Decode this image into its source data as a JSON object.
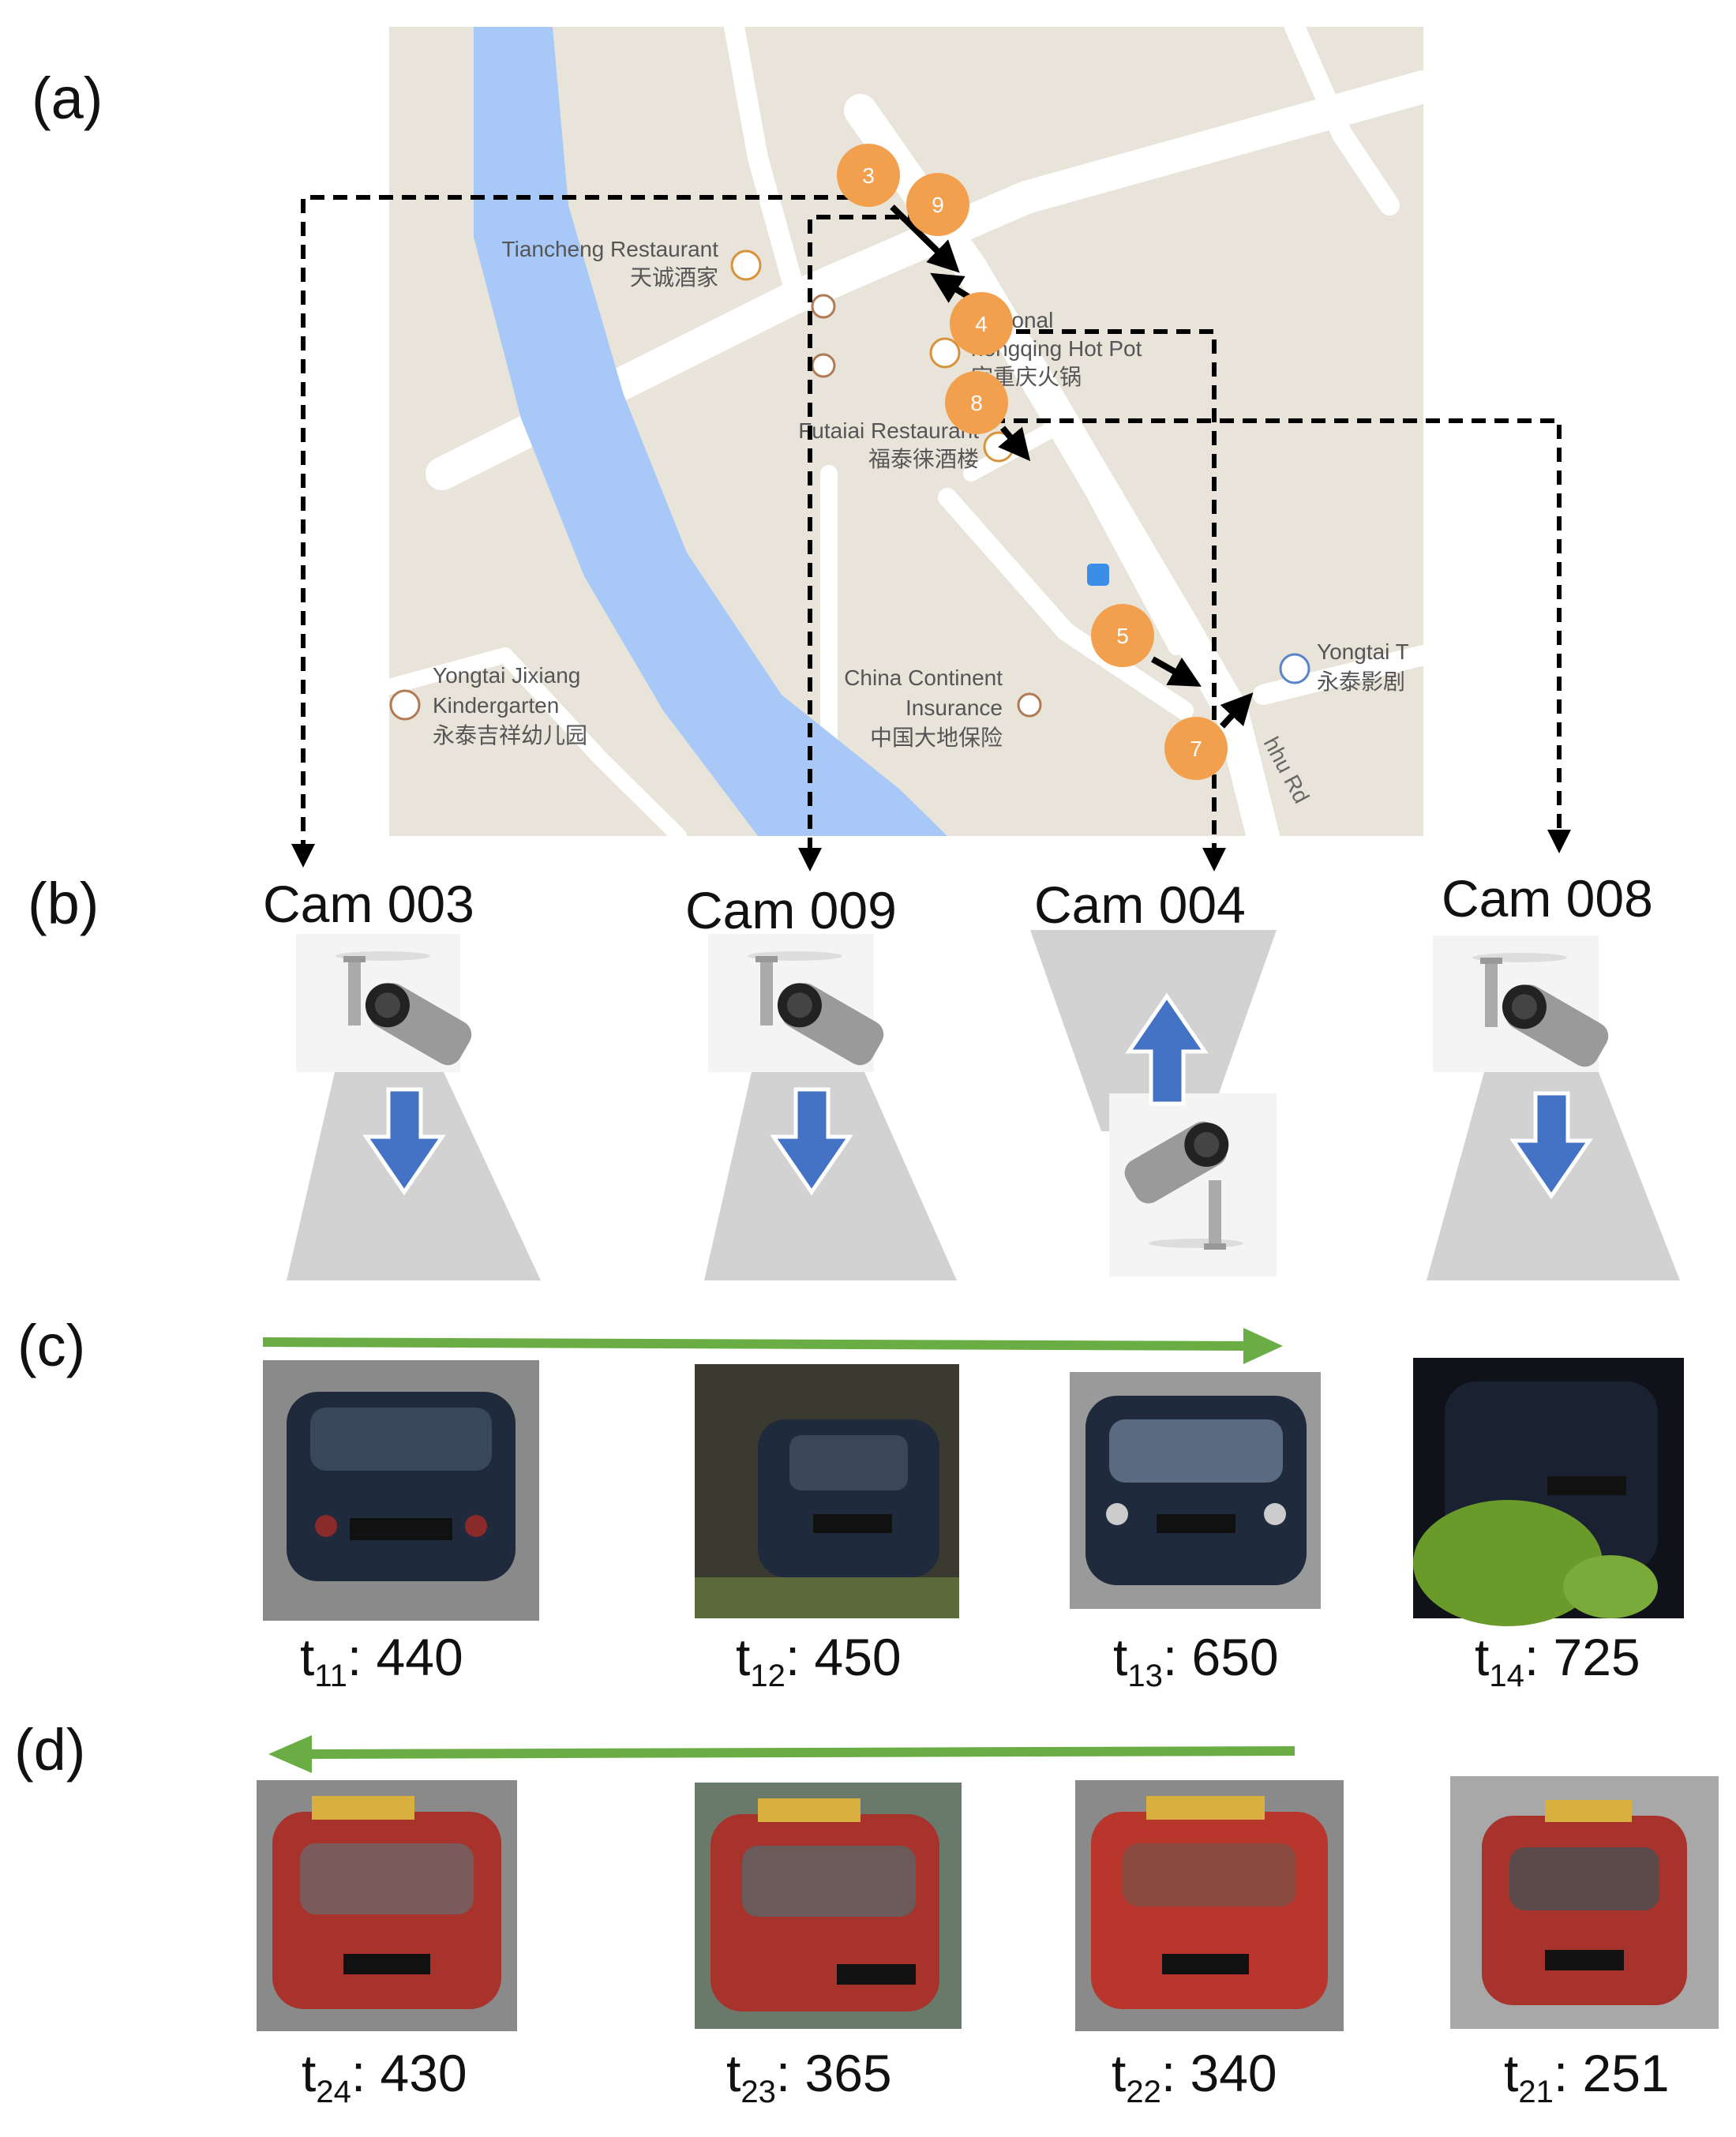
{
  "panels": {
    "a": "(a)",
    "b": "(b)",
    "c": "(c)",
    "d": "(d)"
  },
  "map": {
    "places": [
      {
        "id": "tiancheng",
        "lines": [
          "Tiancheng Restaurant",
          "天诚酒家"
        ]
      },
      {
        "id": "hotpot",
        "lines": [
          "aditional",
          "hongqing Hot Pot",
          "宗重庆火锅"
        ]
      },
      {
        "id": "futai",
        "lines": [
          "Futaiai Restaurant",
          "福泰徕酒楼"
        ]
      },
      {
        "id": "kindergarten",
        "lines": [
          "Yongtai Jixiang",
          "Kindergarten",
          "永泰吉祥幼儿园"
        ]
      },
      {
        "id": "insurance",
        "lines": [
          "China Continent",
          "Insurance",
          "中国大地保险"
        ]
      },
      {
        "id": "yongtai-t",
        "lines": [
          "Yongtai T",
          "永泰影剧"
        ]
      }
    ],
    "road_label": "hhu Rd",
    "markers": [
      "3",
      "9",
      "4",
      "8",
      "5",
      "7"
    ]
  },
  "cameras": [
    {
      "id": "003",
      "label": "Cam 003",
      "direction": "down"
    },
    {
      "id": "009",
      "label": "Cam 009",
      "direction": "down"
    },
    {
      "id": "004",
      "label": "Cam 004",
      "direction": "up"
    },
    {
      "id": "008",
      "label": "Cam 008",
      "direction": "down"
    }
  ],
  "row_c": {
    "arrow": "right",
    "vehicle_color": "#1f2a3c",
    "times": [
      {
        "t": "t",
        "sub": "11",
        "value": ": 440"
      },
      {
        "t": "t",
        "sub": "12",
        "value": ": 450"
      },
      {
        "t": "t",
        "sub": "13",
        "value": ": 650"
      },
      {
        "t": "t",
        "sub": "14",
        "value": ": 725"
      }
    ]
  },
  "row_d": {
    "arrow": "left",
    "vehicle_color": "#a8332c",
    "times": [
      {
        "t": "t",
        "sub": "24",
        "value": ": 430"
      },
      {
        "t": "t",
        "sub": "23",
        "value": ": 365"
      },
      {
        "t": "t",
        "sub": "22",
        "value": ":  340"
      },
      {
        "t": "t",
        "sub": "21",
        "value": ":  251"
      }
    ]
  },
  "colors": {
    "river": "#a8c8f8",
    "map_bg": "#e8e4da",
    "marker": "#f2a04e",
    "flow_arrow": "#6aad45",
    "cam_arrow": "#4472c4",
    "view_cone": "#d2d2d2"
  }
}
